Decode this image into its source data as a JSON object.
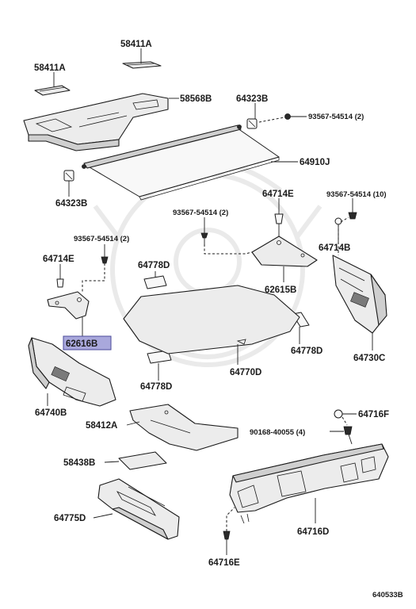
{
  "labels": {
    "l_58411a_top": "58411A",
    "l_58411a_left": "58411A",
    "l_58568b": "58568B",
    "l_64323b_top": "64323B",
    "l_93567_top": "93567-54514 (2)",
    "l_64910j": "64910J",
    "l_64323b_left": "64323B",
    "l_64714e_right": "64714E",
    "l_93567_right10": "93567-54514 (10)",
    "l_93567_mid": "93567-54514 (2)",
    "l_93567_left": "93567-54514 (2)",
    "l_64714b": "64714B",
    "l_64714e_left": "64714E",
    "l_64778d_top": "64778D",
    "l_62615b": "62615B",
    "l_62616b": "62616B",
    "l_64778d_right": "64778D",
    "l_64730c": "64730C",
    "l_64770d": "64770D",
    "l_64740b": "64740B",
    "l_64778d_bottom": "64778D",
    "l_58412a": "58412A",
    "l_64716f": "64716F",
    "l_90168": "90168-40055 (4)",
    "l_58438b": "58438B",
    "l_64775d": "64775D",
    "l_64716d": "64716D",
    "l_64716e": "64716E",
    "diagram_code": "640533B"
  },
  "highlight_color": "#a9a8dc"
}
